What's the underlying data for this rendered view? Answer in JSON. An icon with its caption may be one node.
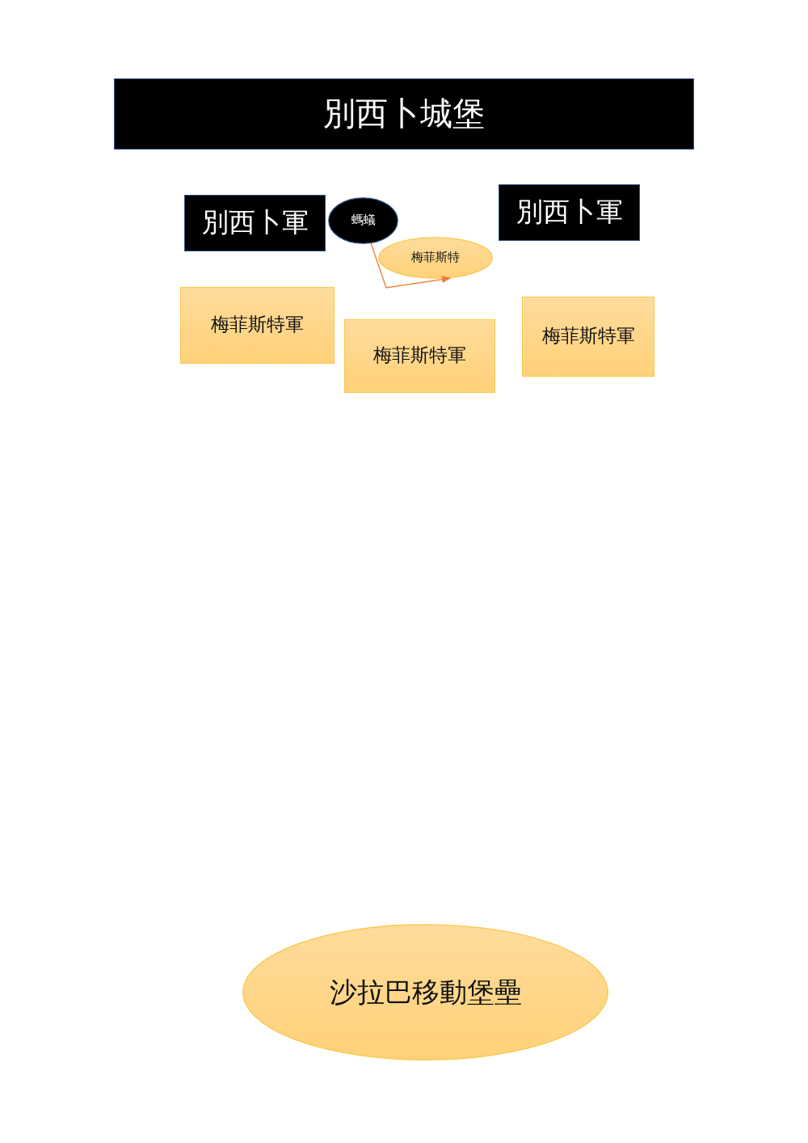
{
  "diagram": {
    "nodes": [
      {
        "text": [
          "別西卜城堡"
        ]
      },
      {
        "text": [
          "別西卜軍"
        ]
      },
      {
        "text": [
          "螞蟻"
        ]
      },
      {
        "text": [
          "梅菲斯特"
        ]
      },
      {
        "text": [
          "別西卜軍"
        ]
      },
      {
        "text": [
          "梅菲斯特軍"
        ]
      },
      {
        "text": [
          "梅菲斯特軍"
        ]
      },
      {
        "text": [
          "梅菲斯特軍"
        ]
      },
      {
        "text": [
          "沙拉巴移動堡壘"
        ]
      }
    ],
    "edges": [
      {
        "from": 2,
        "to": 3,
        "arrow": "to"
      }
    ]
  }
}
